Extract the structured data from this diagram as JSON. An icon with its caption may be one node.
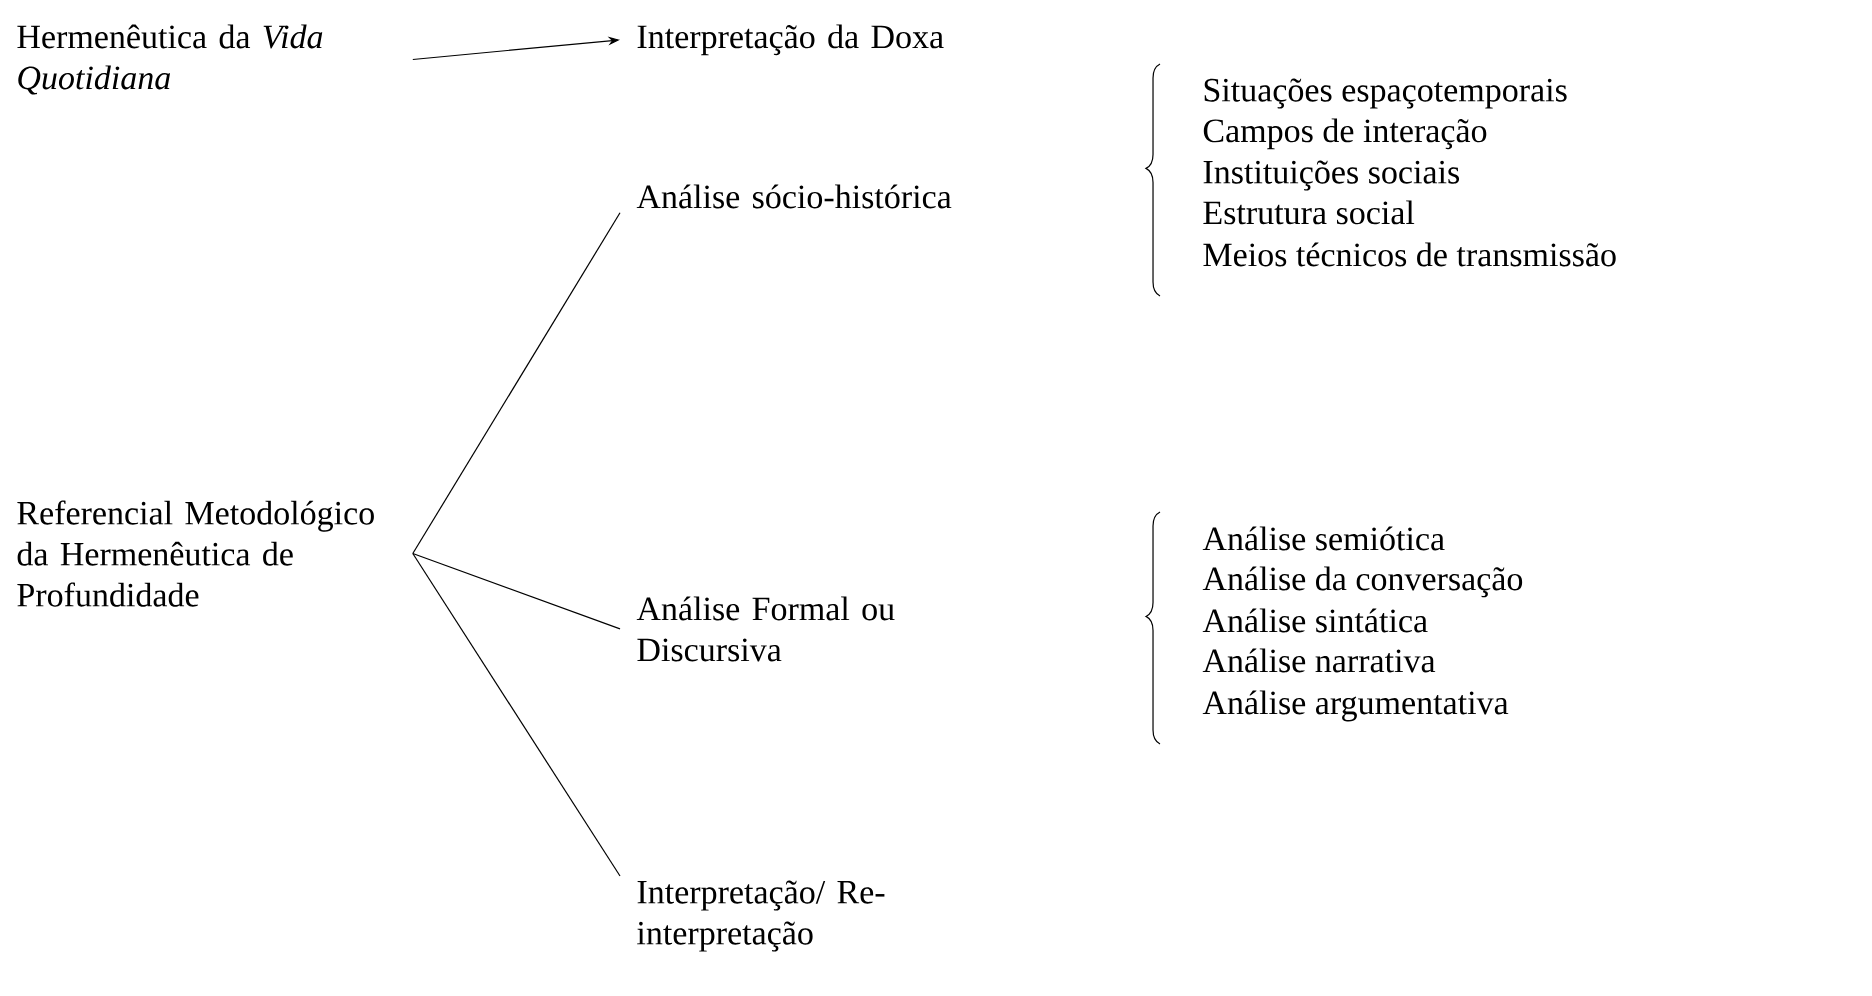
{
  "diagram": {
    "nodes": [
      {
        "text": [
          "Hermenêutica da *Vida Quotidiana*"
        ]
      },
      {
        "text": [
          "Interpretação da Doxa"
        ]
      },
      {
        "text": [
          "Referencial Metodológico da Hermenêutica de Profundidade"
        ]
      },
      {
        "text": [
          "Análise sócio-histórica"
        ]
      },
      {
        "text": [
          "Análise Formal ou Discursiva"
        ]
      },
      {
        "text": [
          "Interpretação/ Re-interpretação"
        ]
      }
    ],
    "edges": [
      {
        "from": 0,
        "to": 1,
        "arrow": "to"
      },
      {
        "from": 2,
        "to": 3,
        "arrow": "none"
      },
      {
        "from": 2,
        "to": 4,
        "arrow": "none"
      },
      {
        "from": 2,
        "to": 5,
        "arrow": "none"
      }
    ],
    "labels": [
      "Situações espaçotemporais",
      "Campos de interação",
      "Instituições sociais",
      "Estrutura social",
      "Meios técnicos de transmissão",
      "Análise semiótica",
      "Análise da conversação",
      "Análise sintática",
      "Análise narrativa",
      "Análise argumentativa"
    ]
  }
}
